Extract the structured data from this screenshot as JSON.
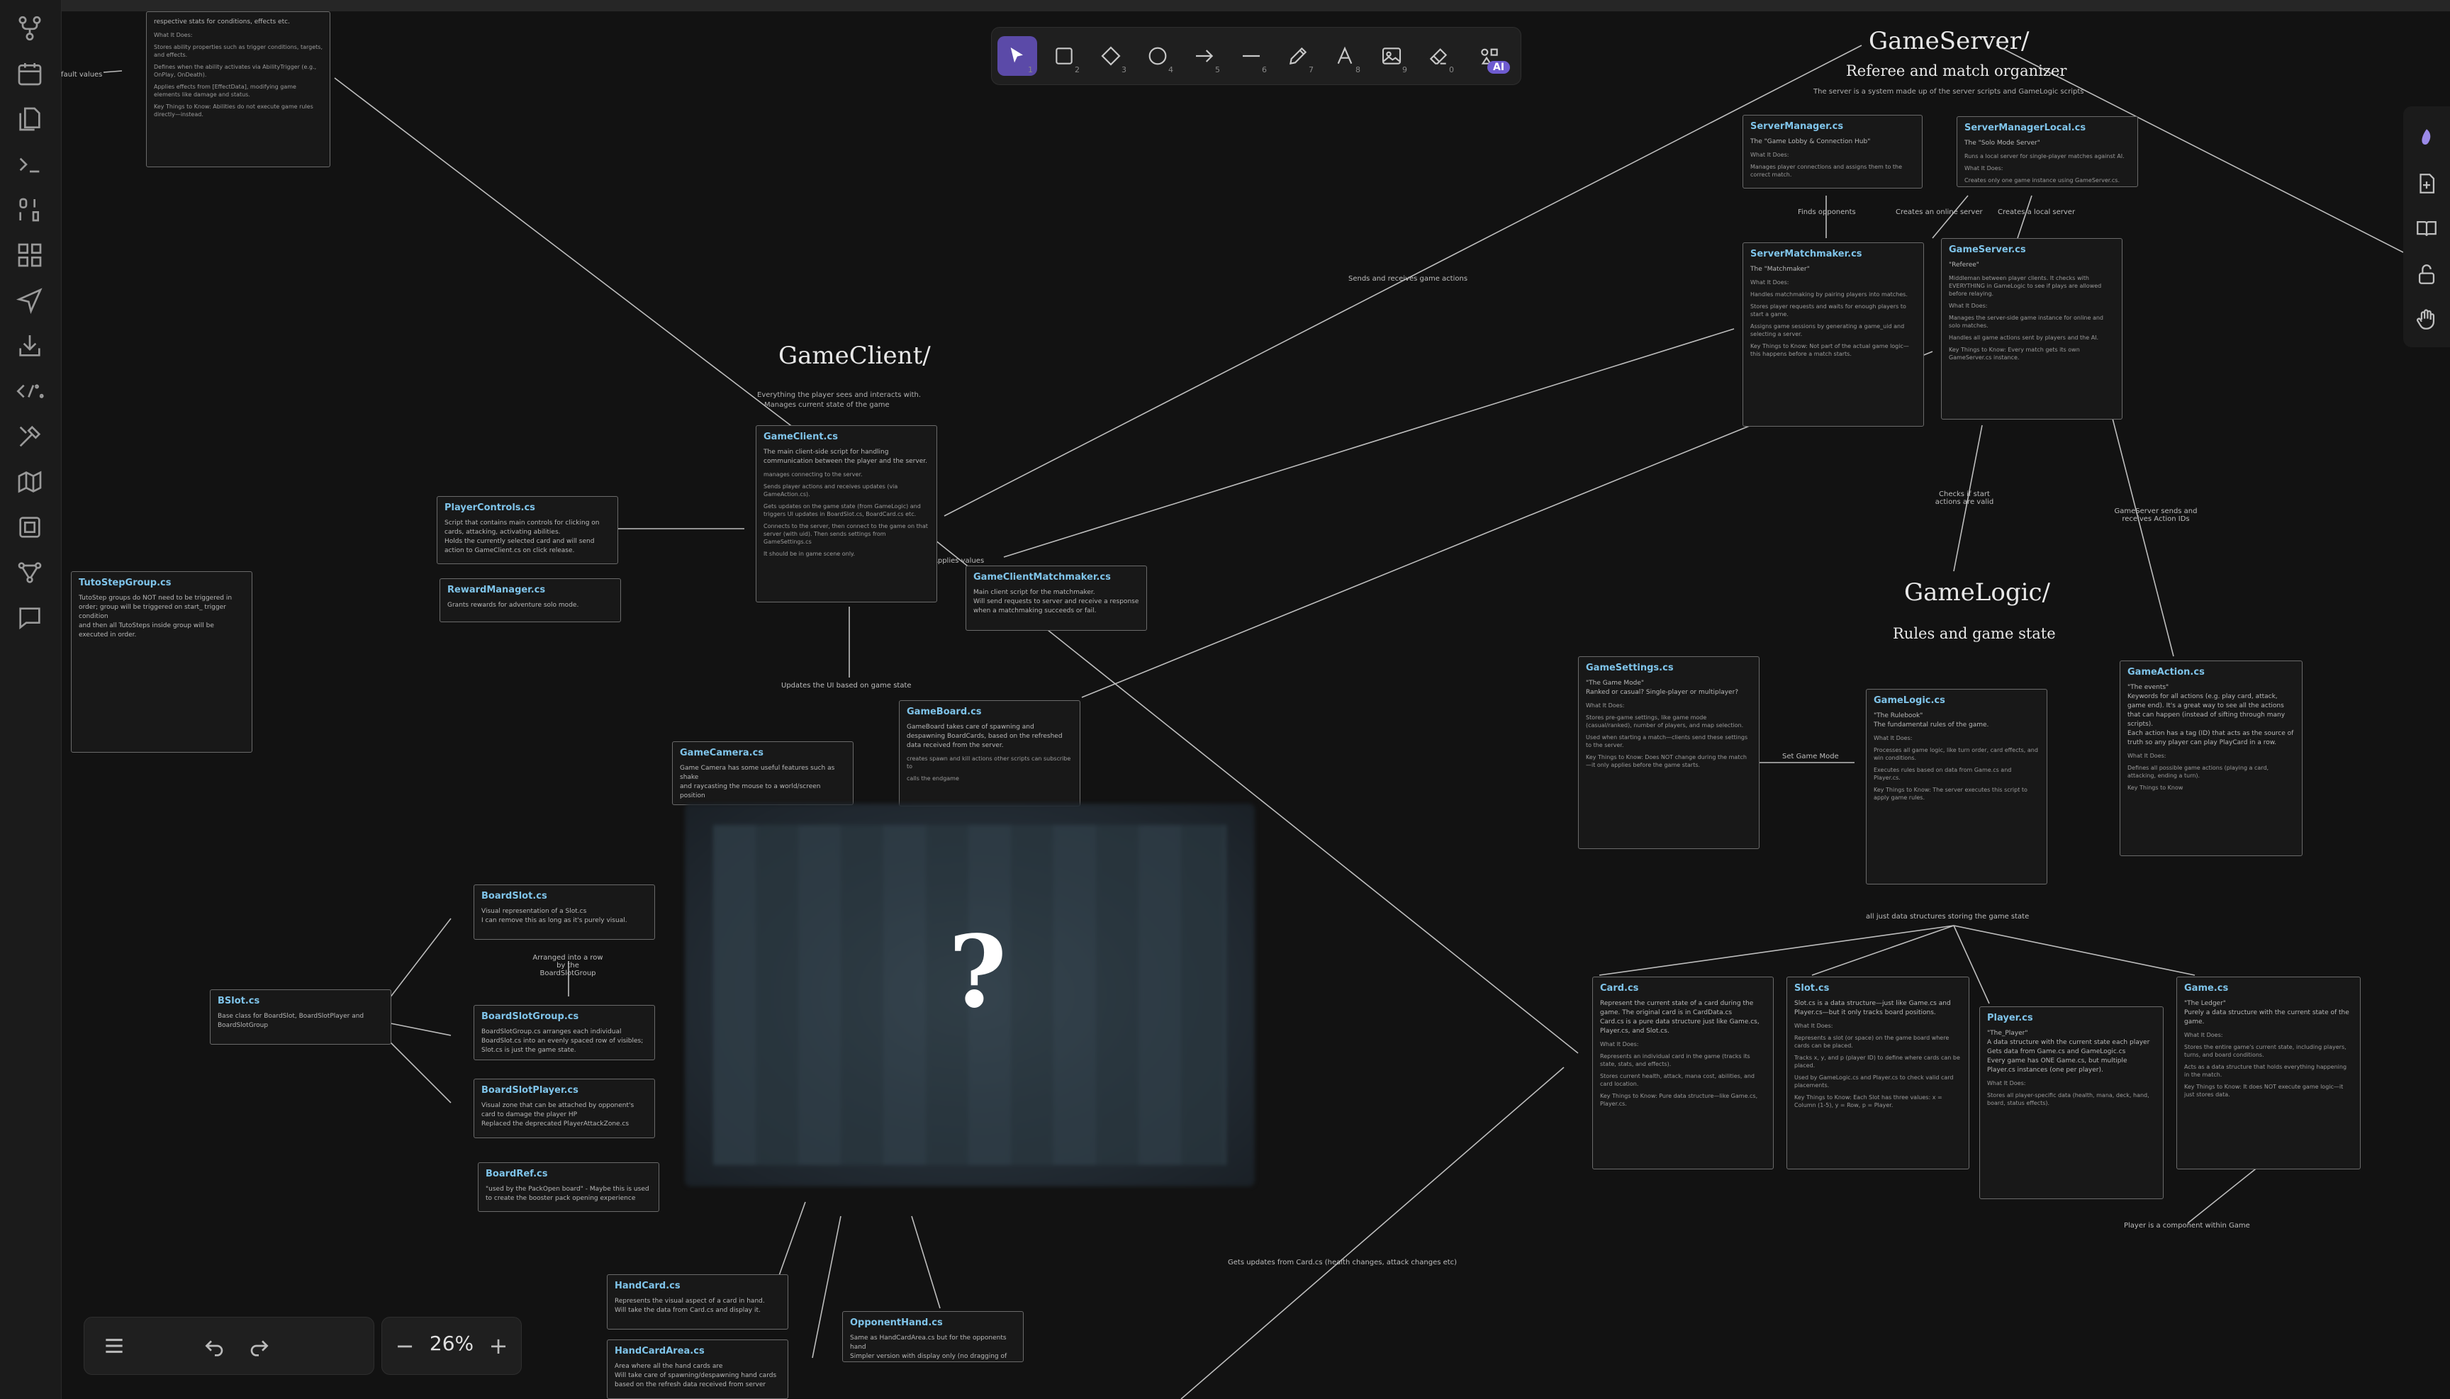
{
  "toolbar": {
    "tools": [
      {
        "name": "selection",
        "key": "1"
      },
      {
        "name": "rectangle",
        "key": "2"
      },
      {
        "name": "diamond",
        "key": "3"
      },
      {
        "name": "ellipse",
        "key": "4"
      },
      {
        "name": "arrow",
        "key": "5"
      },
      {
        "name": "line",
        "key": "6"
      },
      {
        "name": "draw",
        "key": "7"
      },
      {
        "name": "text",
        "key": "8"
      },
      {
        "name": "image",
        "key": "9"
      },
      {
        "name": "eraser",
        "key": "0"
      }
    ],
    "ai_label": "AI"
  },
  "zoom": {
    "level": "26%",
    "minus": "−",
    "plus": "+"
  },
  "headings": {
    "gameserver": "GameServer/",
    "gameserver_sub": "Referee and match organizer",
    "gameserver_note": "The server is a system made up of the server scripts and GameLogic scripts",
    "gameclient": "GameClient/",
    "gameclient_sub1": "Everything the player sees and interacts with.",
    "gameclient_sub2": "Manages current state of the game",
    "gamelogic": "GameLogic/",
    "gamelogic_sub": "Rules and game state"
  },
  "edge_labels": {
    "sends_receives": "Sends and receives game actions",
    "finds_opponents": "Finds opponents",
    "creates_online": "Creates an online server",
    "creates_local": "Creates a local server",
    "checks_valid": "Checks if start actions are valid",
    "server_sends": "GameServer sends and receives Action IDs",
    "updates_ui": "Updates the UI based on game state",
    "set_game_mode": "Set Game Mode",
    "data_structures": "all just data structures storing the game state",
    "arranged_row": "Arranged into a row by the BoardSlotGroup",
    "player_component": "Player is a component within Game",
    "gets_updates": "Gets updates from Card.cs (health changes, attack changes etc)",
    "applies_values": "Applies values",
    "default_values": "fault values"
  },
  "cards": {
    "ability": {
      "title": "",
      "line1": "respective stats for conditions, effects etc.",
      "line2": "What It Does:",
      "line3": "Stores ability properties such as trigger conditions, targets, and effects.",
      "line4": "Defines when the ability activates via AbilityTrigger (e.g., OnPlay, OnDeath).",
      "line5": "Applies effects from [EffectData], modifying game elements like damage and status.",
      "line6": "Key Things to Know: Abilities do not execute game rules directly—instead."
    },
    "servermanager": {
      "title": "ServerManager.cs",
      "line1": "The \"Game Lobby & Connection Hub\"",
      "line2": "What It Does:",
      "line3": "Manages player connections and assigns them to the correct match."
    },
    "servermanagerlocal": {
      "title": "ServerManagerLocal.cs",
      "line1": "The \"Solo Mode Server\"",
      "line2": "Runs a local server for single-player matches against AI.",
      "line3": "What It Does:",
      "line4": "Creates only one game instance using GameServer.cs."
    },
    "servermatchmaker": {
      "title": "ServerMatchmaker.cs",
      "line1": "The \"Matchmaker\"",
      "line2": "What It Does:",
      "line3": "Handles matchmaking by pairing players into matches.",
      "line4": "Stores player requests and waits for enough players to start a game.",
      "line5": "Assigns game sessions by generating a game_uid and selecting a server.",
      "line6": "Key Things to Know: Not part of the actual game logic—this happens before a match starts."
    },
    "gameserver": {
      "title": "GameServer.cs",
      "line1": "\"Referee\"",
      "line2": "Middleman between player clients. It checks with EVERYTHING in GameLogic to see if plays are allowed before relaying.",
      "line3": "What It Does:",
      "line4": "Manages the server-side game instance for online and solo matches.",
      "line5": "Handles all game actions sent by players and the AI.",
      "line6": "Key Things to Know: Every match gets its own GameServer.cs instance."
    },
    "gameclient": {
      "title": "GameClient.cs",
      "line1": "The main client-side script for handling communication between the player and the server.",
      "line2": "manages connecting to the server.",
      "line3": "Sends player actions and receives updates (via GameAction.cs).",
      "line4": "Gets updates on the game state (from GameLogic) and triggers UI updates in BoardSlot.cs, BoardCard.cs etc.",
      "line5": "Connects to the server, then connect to the game on that server (with uid). Then sends settings from GameSettings.cs",
      "line6": "It should be in game scene only."
    },
    "playercontrols": {
      "title": "PlayerControls.cs",
      "line1": "Script that contains main controls for clicking on cards, attacking, activating abilities.",
      "line2": "Holds the currently selected card and will send action to GameClient.cs on click release."
    },
    "rewardmanager": {
      "title": "RewardManager.cs",
      "line1": "Grants rewards for adventure solo mode."
    },
    "gameclientmatchmaker": {
      "title": "GameClientMatchmaker.cs",
      "line1": "Main client script for the matchmaker.",
      "line2": "Will send requests to server and receive a response when a matchmaking succeeds or fail."
    },
    "tutostepgroup": {
      "title": "TutoStepGroup.cs",
      "line1": "TutoStep groups do NOT need to be triggered in order; group will be triggered on start_ trigger condition",
      "line2": "and then all TutoSteps inside group will be executed in order."
    },
    "gameboard": {
      "title": "GameBoard.cs",
      "line1": "GameBoard takes care of spawning and despawning BoardCards, based on the refreshed data received from the server.",
      "line2": "creates spawn and kill actions other scripts can subscribe to",
      "line3": "calls the endgame"
    },
    "gamecamera": {
      "title": "GameCamera.cs",
      "line1": "Game Camera has some useful features such as shake",
      "line2": "and raycasting the mouse to a world/screen position"
    },
    "gamesettings": {
      "title": "GameSettings.cs",
      "line1": "\"The Game Mode\"",
      "line2": "Ranked or casual? Single-player or multiplayer?",
      "line3": "What It Does:",
      "line4": "Stores pre-game settings, like game mode (casual/ranked), number of players, and map selection.",
      "line5": "Used when starting a match—clients send these settings to the server.",
      "line6": "Key Things to Know: Does NOT change during the match—it only applies before the game starts."
    },
    "gamelogic": {
      "title": "GameLogic.cs",
      "line1": "\"The Rulebook\"",
      "line2": "The fundamental rules of the game.",
      "line3": "What It Does:",
      "line4": "Processes all game logic, like turn order, card effects, and win conditions.",
      "line5": "Executes rules based on data from Game.cs and Player.cs.",
      "line6": "Key Things to Know: The server executes this script to apply game rules."
    },
    "gameaction": {
      "title": "GameAction.cs",
      "line1": "\"The events\"",
      "line2": "Keywords for all actions (e.g. play card, attack, game end). It's a great way to see all the actions that can happen (instead of sifting through many scripts).",
      "line3": "Each action has a tag (ID) that acts as the source of truth so any player can play PlayCard in a row.",
      "line4": "What It Does:",
      "line5": "Defines all possible game actions (playing a card, attacking, ending a turn).",
      "line6": "Key Things to Know"
    },
    "card": {
      "title": "Card.cs",
      "line1": "Represent the current state of a card during the game. The original card is in CardData.cs",
      "line2": "Card.cs is a pure data structure just like Game.cs, Player.cs, and Slot.cs.",
      "line3": "What It Does:",
      "line4": "Represents an individual card in the game (tracks its state, stats, and effects).",
      "line5": "Stores current health, attack, mana cost, abilities, and card location.",
      "line6": "Key Things to Know: Pure data structure—like Game.cs, Player.cs."
    },
    "slot": {
      "title": "Slot.cs",
      "line1": "Slot.cs is a data structure—just like Game.cs and Player.cs—but it only tracks board positions.",
      "line2": "What It Does:",
      "line3": "Represents a slot (or space) on the game board where cards can be placed.",
      "line4": "Tracks x, y, and p (player ID) to define where cards can be placed.",
      "line5": "Used by GameLogic.cs and Player.cs to check valid card placements.",
      "line6": "Key Things to Know: Each Slot has three values: x = Column (1-5), y = Row, p = Player."
    },
    "player": {
      "title": "Player.cs",
      "line1": "\"The_Player\"",
      "line2": "A data structure with the current state each player",
      "line3": "Gets data from Game.cs and GameLogic.cs",
      "line4": "Every game has ONE Game.cs, but multiple Player.cs instances (one per player).",
      "line5": "What It Does:",
      "line6": "Stores all player-specific data (health, mana, deck, hand, board, status effects)."
    },
    "game": {
      "title": "Game.cs",
      "line1": "\"The Ledger\"",
      "line2": "Purely a data structure with the current state of the game.",
      "line3": "What It Does:",
      "line4": "Stores the entire game's current state, including players, turns, and board conditions.",
      "line5": "Acts as a data structure that holds everything happening in the match.",
      "line6": "Key Things to Know: It does NOT execute game logic—it just stores data."
    },
    "boardslot": {
      "title": "BoardSlot.cs",
      "line1": "Visual representation of a Slot.cs",
      "line2": "I can remove this as long as it's purely visual."
    },
    "bslot": {
      "title": "BSlot.cs",
      "line1": "Base class for BoardSlot, BoardSlotPlayer and BoardSlotGroup"
    },
    "boardslotgroup": {
      "title": "BoardSlotGroup.cs",
      "line1": "BoardSlotGroup.cs arranges each individual BoardSlot.cs into an evenly spaced row of visibles; Slot.cs is just the game state."
    },
    "boardslotplayer": {
      "title": "BoardSlotPlayer.cs",
      "line1": "Visual zone that can be attached by opponent's card to damage the player HP",
      "line2": "Replaced the deprecated PlayerAttackZone.cs"
    },
    "boardref": {
      "title": "BoardRef.cs",
      "line1": "\"used by the PackOpen board\" - Maybe this is used to create the booster pack opening experience"
    },
    "handcard": {
      "title": "HandCard.cs",
      "line1": "Represents the visual aspect of a card in hand.",
      "line2": "Will take the data from Card.cs and display it."
    },
    "handcardarea": {
      "title": "HandCardArea.cs",
      "line1": "Area where all the hand cards are",
      "line2": "Will take care of spawning/despawning hand cards based on the refresh data received from server"
    },
    "opponenthand": {
      "title": "OpponentHand.cs",
      "line1": "Same as HandCardArea.cs but for the opponents hand",
      "line2": "Simpler version with display only (no dragging of card)"
    }
  }
}
